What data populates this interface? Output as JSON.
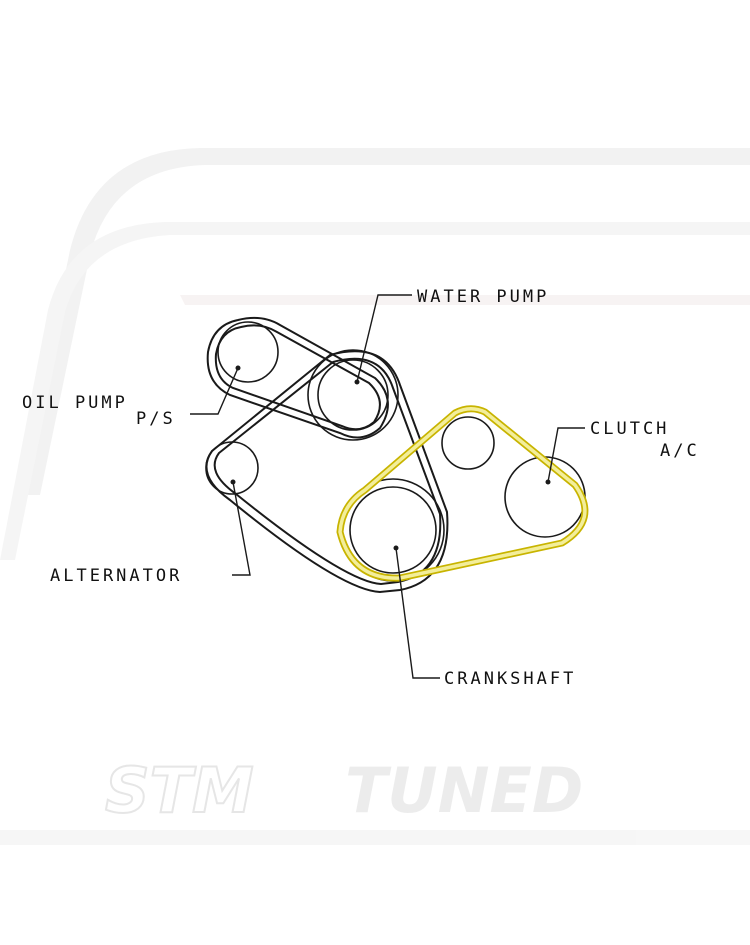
{
  "watermark": {
    "brand_left": "STM",
    "brand_right": "TUNED",
    "tint": "#e9e9e9"
  },
  "labels": {
    "water_pump": "WATER PUMP",
    "oil_pump": "OIL PUMP",
    "ps": "P/S",
    "clutch": "CLUTCH",
    "ac": "A/C",
    "alternator": "ALTERNATOR",
    "crankshaft": "CRANKSHAFT"
  },
  "colors": {
    "line": "#1a1a1a",
    "ac_belt": "#e6e27a",
    "ac_belt_edge": "#c8b400"
  }
}
